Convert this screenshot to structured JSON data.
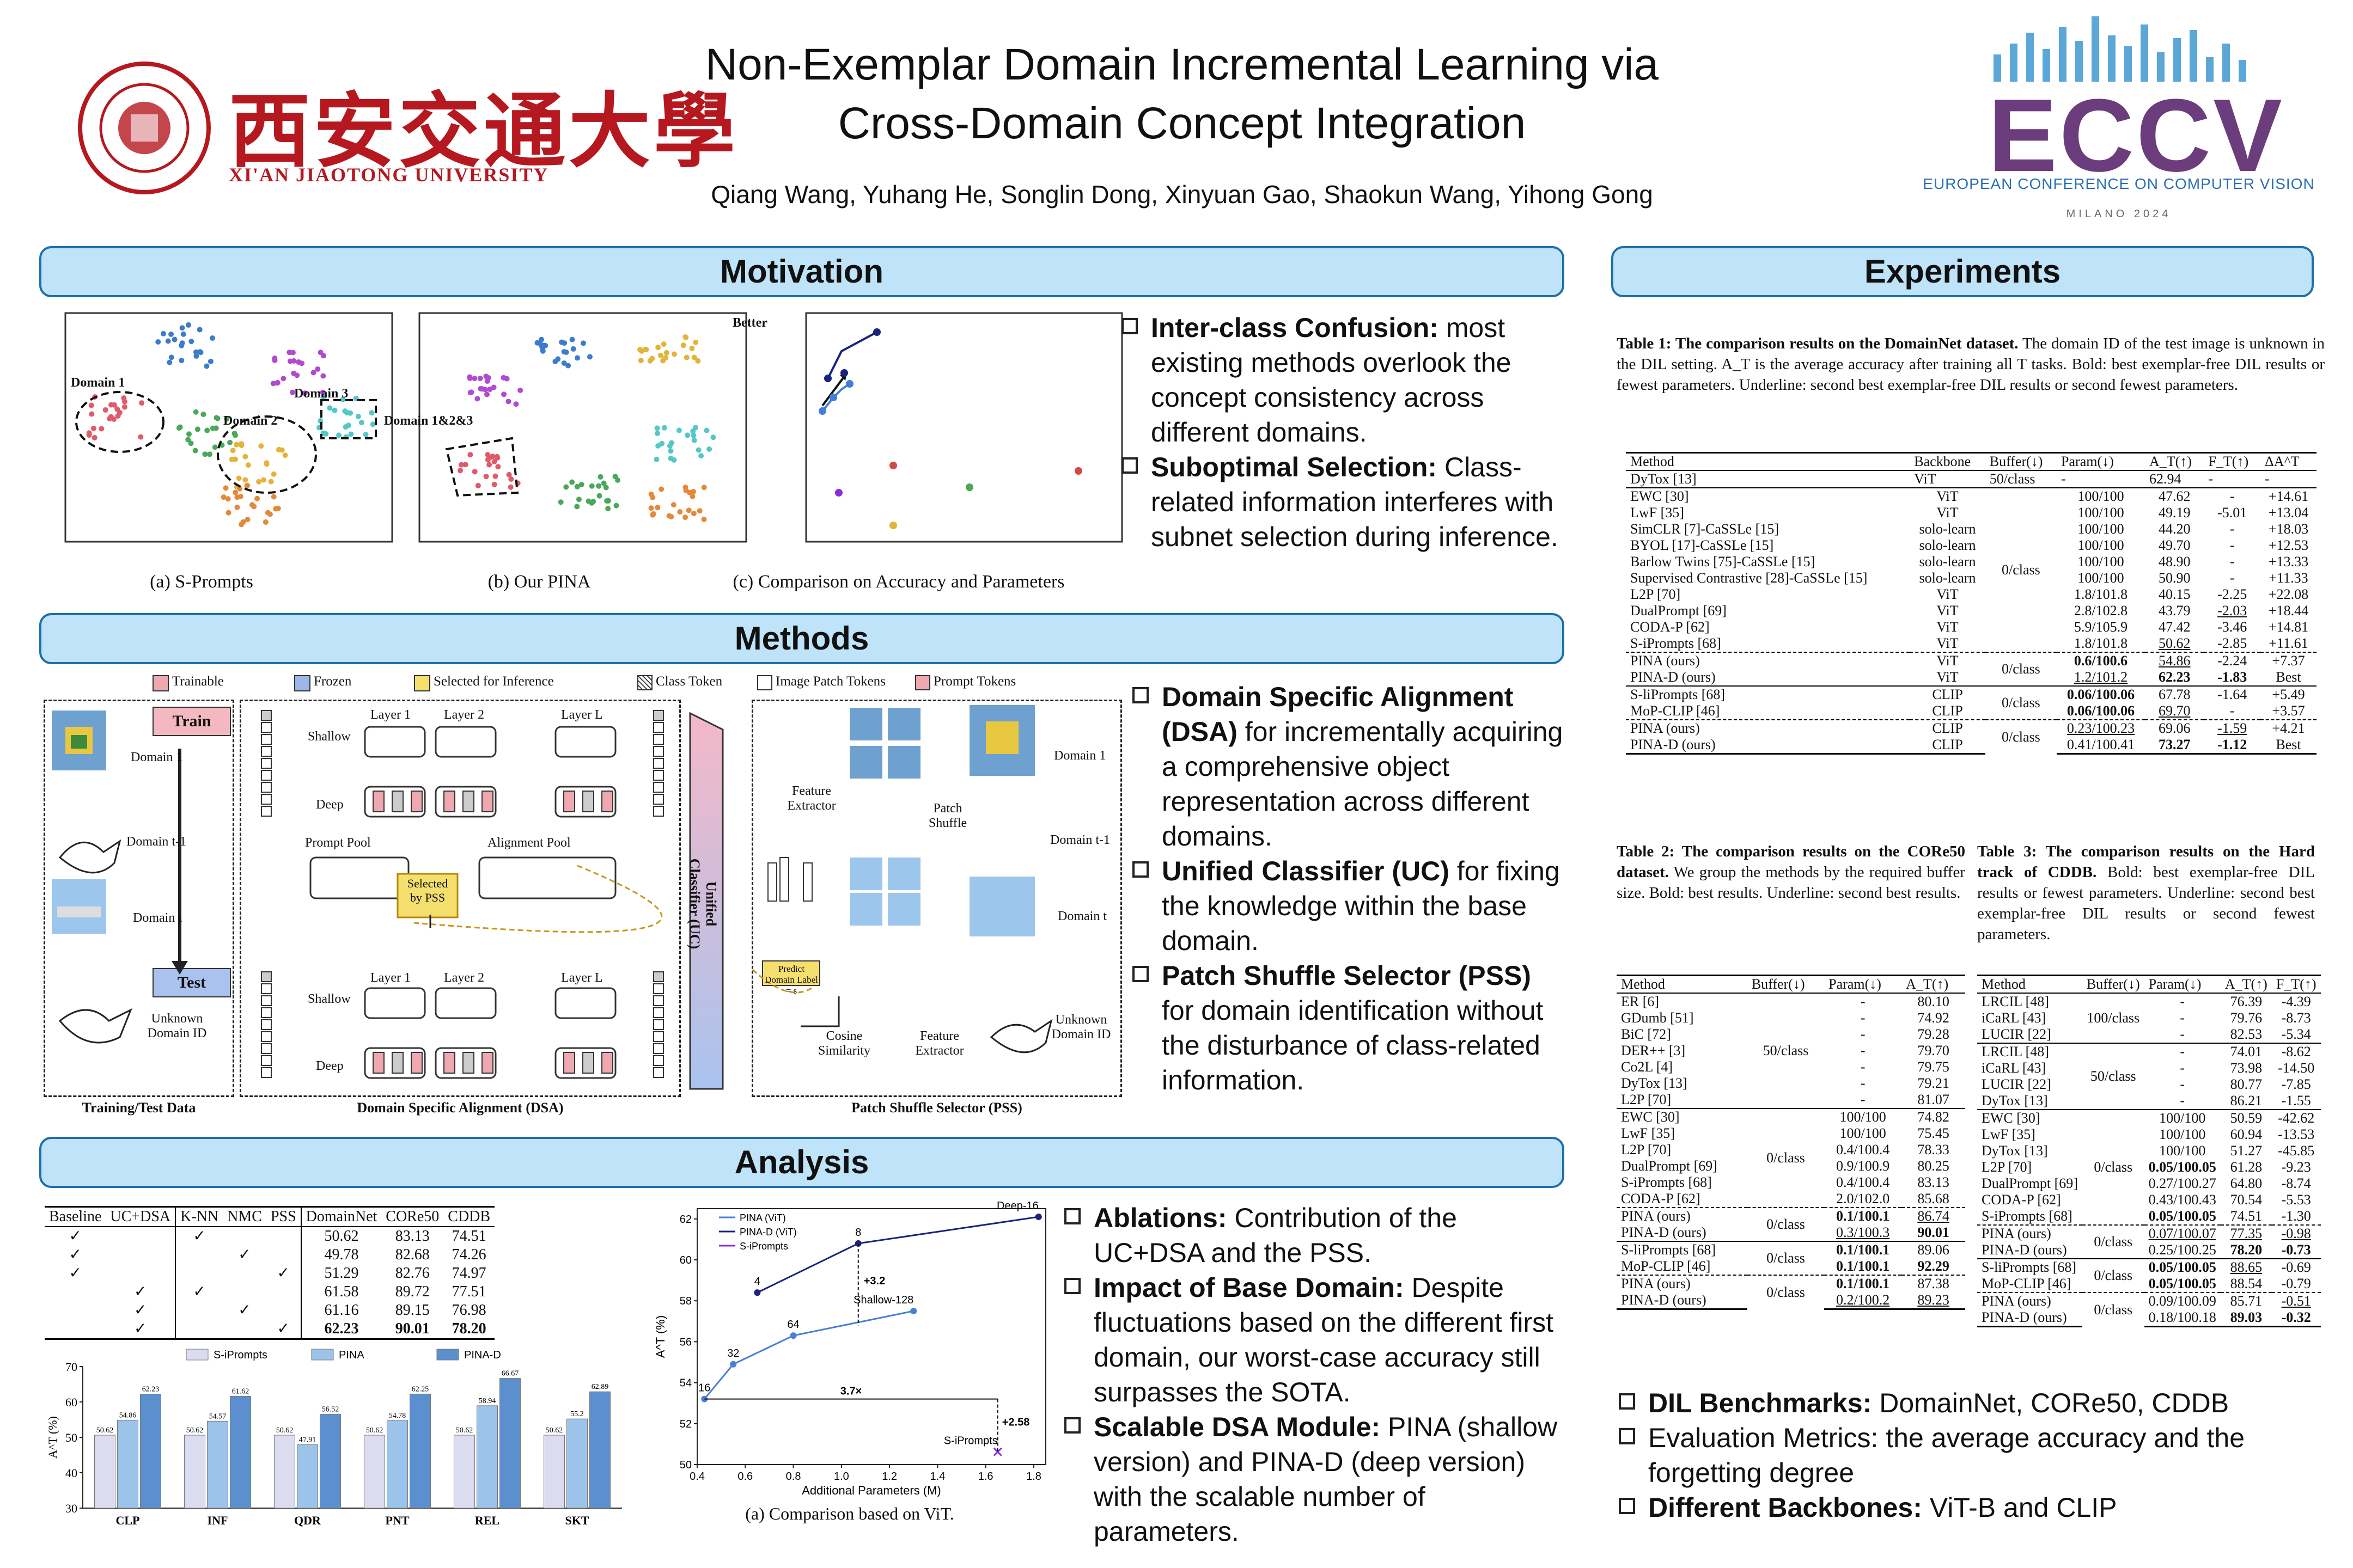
{
  "header": {
    "title_line1": "Non-Exemplar Domain Incremental Learning via",
    "title_line2": "Cross-Domain Concept Integration",
    "authors": "Qiang Wang, Yuhang He, Songlin Dong, Xinyuan Gao, Shaokun Wang, Yihong Gong",
    "university_cn": "西安交通大學",
    "university_en": "XI'AN JIAOTONG UNIVERSITY",
    "conference_logo": "ECCV",
    "conference_name": "EUROPEAN CONFERENCE ON COMPUTER VISION",
    "conference_city": "MILANO 2024"
  },
  "sections": {
    "motivation": "Motivation",
    "methods": "Methods",
    "analysis": "Analysis",
    "experiments": "Experiments"
  },
  "motivation": {
    "caption_a": "(a) S-Prompts",
    "caption_b": "(b) Our PINA",
    "caption_c": "(c) Comparison on Accuracy and Parameters",
    "domain1": "Domain 1",
    "domain2": "Domain 2",
    "domain3": "Domain 3",
    "domain123": "Domain 1&2&3",
    "better": "Better",
    "bullets": [
      {
        "head": "Inter-class Confusion:",
        "text": " most existing methods overlook the concept consistency across different domains."
      },
      {
        "head": "Suboptimal Selection:",
        "text": " Class-related information interferes with subnet selection during inference."
      }
    ]
  },
  "methods": {
    "legend": [
      "Trainable",
      "Frozen",
      "Selected for Inference",
      "Class Token",
      "Image Patch Tokens",
      "Prompt Tokens"
    ],
    "train": "Train",
    "test": "Test",
    "domain_1": "Domain 1",
    "domain_t1": "Domain t-1",
    "domain_t": "Domain t",
    "unknown": "Unknown Domain ID",
    "shallow": "Shallow",
    "deep": "Deep",
    "layer1": "Layer 1",
    "layer2": "Layer 2",
    "layerL": "Layer L",
    "prompt_pool": "Prompt Pool",
    "alignment_pool": "Alignment Pool",
    "selected_by_pss": "Selected by PSS",
    "unified_classifier": "Unified Classifier (UC)",
    "feature_extractor": "Feature Extractor",
    "patch_shuffle": "Patch Shuffle",
    "predict_domain": "Predict Domain Label = s",
    "cosine_similarity": "Cosine Similarity",
    "cap_data": "Training/Test Data",
    "cap_dsa": "Domain Specific Alignment (DSA)",
    "cap_pss": "Patch Shuffle Selector (PSS)",
    "bullets": [
      {
        "head": "Domain Specific Alignment (DSA)",
        "text": " for incrementally acquiring a comprehensive object representation across different domains."
      },
      {
        "head": "Unified Classifier (UC)",
        "text": " for fixing the knowledge within the base domain."
      },
      {
        "head": "Patch Shuffle Selector (PSS)",
        "text": " for domain identification without the disturbance of class-related information."
      }
    ]
  },
  "analysis": {
    "ablation_headers": [
      "Baseline",
      "UC+DSA",
      "K-NN",
      "NMC",
      "PSS",
      "DomainNet",
      "CORe50",
      "CDDB"
    ],
    "ablation_rows": [
      {
        "marks": [
          "✓",
          "",
          "✓",
          "",
          ""
        ],
        "vals": [
          "50.62",
          "83.13",
          "74.51"
        ],
        "bold": false
      },
      {
        "marks": [
          "✓",
          "",
          "",
          "✓",
          ""
        ],
        "vals": [
          "49.78",
          "82.68",
          "74.26"
        ],
        "bold": false
      },
      {
        "marks": [
          "✓",
          "",
          "",
          "",
          "✓"
        ],
        "vals": [
          "51.29",
          "82.76",
          "74.97"
        ],
        "bold": false
      },
      {
        "marks": [
          "",
          "✓",
          "✓",
          "",
          ""
        ],
        "vals": [
          "61.58",
          "89.72",
          "77.51"
        ],
        "bold": false
      },
      {
        "marks": [
          "",
          "✓",
          "",
          "✓",
          ""
        ],
        "vals": [
          "61.16",
          "89.15",
          "76.98"
        ],
        "bold": false
      },
      {
        "marks": [
          "",
          "✓",
          "",
          "",
          "✓"
        ],
        "vals": [
          "62.23",
          "90.01",
          "78.20"
        ],
        "bold": true
      }
    ],
    "bar_chart": {
      "type": "bar",
      "categories": [
        "CLP",
        "INF",
        "QDR",
        "PNT",
        "REL",
        "SKT"
      ],
      "series": [
        {
          "name": "S-iPrompts",
          "values": [
            50.62,
            50.62,
            50.62,
            50.62,
            50.62,
            50.62
          ],
          "color": "#dcdcf0"
        },
        {
          "name": "PINA",
          "values": [
            54.86,
            54.57,
            47.91,
            54.78,
            58.94,
            55.2
          ],
          "color": "#9cc3ea"
        },
        {
          "name": "PINA-D",
          "values": [
            62.23,
            61.62,
            56.52,
            62.25,
            66.67,
            62.89
          ],
          "color": "#5b8fce"
        }
      ],
      "ylabel": "A^T (%)",
      "ylim": [
        30,
        70
      ],
      "yticks": [
        30,
        40,
        50,
        60,
        70
      ]
    },
    "line_chart": {
      "type": "line",
      "caption": "(a) Comparison based on ViT.",
      "xlabel": "Additional Parameters (M)",
      "ylabel": "A^T (%)",
      "xlim": [
        0.4,
        1.85
      ],
      "ylim": [
        50,
        62.5
      ],
      "xticks": [
        0.4,
        0.6,
        0.8,
        1.0,
        1.2,
        1.4,
        1.6,
        1.8
      ],
      "yticks": [
        50,
        52,
        54,
        56,
        58,
        60,
        62
      ],
      "series": [
        {
          "name": "PINA (ViT)",
          "color": "#4a7fd8",
          "points": [
            [
              0.43,
              53.2
            ],
            [
              0.55,
              54.9
            ],
            [
              0.8,
              56.3
            ],
            [
              1.3,
              57.5
            ]
          ],
          "labels": [
            "16",
            "32",
            "64",
            "Shallow-128"
          ]
        },
        {
          "name": "PINA-D (ViT)",
          "color": "#1a237e",
          "points": [
            [
              0.65,
              58.4
            ],
            [
              1.07,
              60.8
            ],
            [
              1.82,
              62.1
            ]
          ],
          "labels": [
            "4",
            "8",
            "Deep-16"
          ]
        },
        {
          "name": "S-iPrompts",
          "color": "#8a2be2",
          "points": [
            [
              1.65,
              50.62
            ]
          ],
          "labels": [
            "S-iPrompts"
          ]
        }
      ],
      "annotations": [
        "+3.2",
        "3.7×",
        "+2.58"
      ]
    },
    "bullets": [
      {
        "head": "Ablations:",
        "text": " Contribution of the UC+DSA and the PSS."
      },
      {
        "head": "Impact of Base Domain:",
        "text": "  Despite fluctuations based on the different first domain, our worst-case accuracy still surpasses the SOTA."
      },
      {
        "head": "Scalable DSA Module:",
        "text": " PINA (shallow version) and PINA-D (deep version) with the scalable number of parameters."
      }
    ]
  },
  "experiments": {
    "t1_caption_bold": "Table 1: The comparison results on the DomainNet dataset.",
    "t1_caption": " The domain ID of the test image is unknown in the DIL setting. A_T is the average accuracy after training all T tasks. Bold: best exemplar-free DIL results or fewest parameters. Underline: second best exemplar-free DIL results or second fewest parameters.",
    "t1_headers": [
      "Method",
      "Backbone",
      "Buffer(↓)",
      "Param(↓)",
      "A_T(↑)",
      "F_T(↑)",
      "ΔA^T"
    ],
    "t1_dytox": [
      "DyTox [13]",
      "ViT",
      "50/class",
      "-",
      "62.94",
      "-",
      "-"
    ],
    "t1_rows": [
      [
        "EWC [30]",
        "ViT",
        "100/100",
        "47.62",
        "-",
        "+14.61"
      ],
      [
        "LwF [35]",
        "ViT",
        "100/100",
        "49.19",
        "-5.01",
        "+13.04"
      ],
      [
        "SimCLR [7]-CaSSLe [15]",
        "solo-learn",
        "100/100",
        "44.20",
        "-",
        "+18.03"
      ],
      [
        "BYOL [17]-CaSSLe [15]",
        "solo-learn",
        "100/100",
        "49.70",
        "-",
        "+12.53"
      ],
      [
        "Barlow Twins [75]-CaSSLe [15]",
        "solo-learn",
        "100/100",
        "48.90",
        "-",
        "+13.33"
      ],
      [
        "Supervised Contrastive [28]-CaSSLe [15]",
        "solo-learn",
        "100/100",
        "50.90",
        "-",
        "+11.33"
      ],
      [
        "L2P [70]",
        "ViT",
        "1.8/101.8",
        "40.15",
        "-2.25",
        "+22.08"
      ],
      [
        "DualPrompt [69]",
        "ViT",
        "2.8/102.8",
        "43.79",
        "-2.03",
        "+18.44"
      ],
      [
        "CODA-P [62]",
        "ViT",
        "5.9/105.9",
        "47.42",
        "-3.46",
        "+14.81"
      ],
      [
        "S-iPrompts [68]",
        "ViT",
        "1.8/101.8",
        "50.62",
        "-2.85",
        "+11.61"
      ]
    ],
    "t1_buffer_mid": "0/class",
    "t1_ours": [
      [
        "PINA (ours)",
        "ViT",
        "0.6/100.6",
        "54.86",
        "-2.24",
        "+7.37"
      ],
      [
        "PINA-D (ours)",
        "ViT",
        "1.2/101.2",
        "62.23",
        "-1.83",
        "Best"
      ]
    ],
    "t1_clip": [
      [
        "S-liPrompts [68]",
        "CLIP",
        "0.06/100.06",
        "67.78",
        "-1.64",
        "+5.49"
      ],
      [
        "MoP-CLIP [46]",
        "CLIP",
        "0.06/100.06",
        "69.70",
        "-",
        "+3.57"
      ]
    ],
    "t1_clip_ours": [
      [
        "PINA (ours)",
        "CLIP",
        "0.23/100.23",
        "69.06",
        "-1.59",
        "+4.21"
      ],
      [
        "PINA-D (ours)",
        "CLIP",
        "0.41/100.41",
        "73.27",
        "-1.12",
        "Best"
      ]
    ],
    "t2_caption_bold": "Table 2: The comparison results on the CORe50 dataset.",
    "t2_caption": " We group the methods by the required buffer size. Bold: best results. Underline: second best results.",
    "t2_headers": [
      "Method",
      "Buffer(↓)",
      "Param(↓)",
      "A_T(↑)"
    ],
    "t2_group1": [
      [
        "ER [6]",
        "-",
        "80.10"
      ],
      [
        "GDumb [51]",
        "-",
        "74.92"
      ],
      [
        "BiC [72]",
        "-",
        "79.28"
      ],
      [
        "DER++ [3]",
        "-",
        "79.70"
      ],
      [
        "Co2L [4]",
        "-",
        "79.75"
      ],
      [
        "DyTox [13]",
        "-",
        "79.21"
      ],
      [
        "L2P [70]",
        "-",
        "81.07"
      ]
    ],
    "t2_buf1": "50/class",
    "t2_group2": [
      [
        "EWC [30]",
        "100/100",
        "74.82"
      ],
      [
        "LwF [35]",
        "100/100",
        "75.45"
      ],
      [
        "L2P [70]",
        "0.4/100.4",
        "78.33"
      ],
      [
        "DualPrompt [69]",
        "0.9/100.9",
        "80.25"
      ],
      [
        "S-iPrompts [68]",
        "0.4/100.4",
        "83.13"
      ],
      [
        "CODA-P [62]",
        "2.0/102.0",
        "85.68"
      ]
    ],
    "t2_buf2": "0/class",
    "t2_ours": [
      [
        "PINA (ours)",
        "0.1/100.1",
        "86.74"
      ],
      [
        "PINA-D (ours)",
        "0.3/100.3",
        "90.01"
      ]
    ],
    "t2_clip": [
      [
        "S-liPrompts [68]",
        "0.1/100.1",
        "89.06"
      ],
      [
        "MoP-CLIP [46]",
        "0.1/100.1",
        "92.29"
      ]
    ],
    "t2_clip_ours": [
      [
        "PINA (ours)",
        "0.1/100.1",
        "87.38"
      ],
      [
        "PINA-D (ours)",
        "0.2/100.2",
        "89.23"
      ]
    ],
    "t3_caption_bold": "Table 3: The comparison results on the Hard track of CDDB.",
    "t3_caption": " Bold: best exemplar-free DIL results or fewest parameters. Underline: second best exemplar-free DIL results or second fewest parameters.",
    "t3_headers": [
      "Method",
      "Buffer(↓)",
      "Param(↓)",
      "A_T(↑)",
      "F_T(↑)"
    ],
    "t3_group1": [
      [
        "LRCIL [48]",
        "-",
        "76.39",
        "-4.39"
      ],
      [
        "iCaRL [43]",
        "-",
        "79.76",
        "-8.73"
      ],
      [
        "LUCIR [22]",
        "-",
        "82.53",
        "-5.34"
      ]
    ],
    "t3_buf1": "100/class",
    "t3_group2": [
      [
        "LRCIL [48]",
        "-",
        "74.01",
        "-8.62"
      ],
      [
        "iCaRL [43]",
        "-",
        "73.98",
        "-14.50"
      ],
      [
        "LUCIR [22]",
        "-",
        "80.77",
        "-7.85"
      ],
      [
        "DyTox [13]",
        "-",
        "86.21",
        "-1.55"
      ]
    ],
    "t3_buf2": "50/class",
    "t3_group3": [
      [
        "EWC [30]",
        "100/100",
        "50.59",
        "-42.62"
      ],
      [
        "LwF [35]",
        "100/100",
        "60.94",
        "-13.53"
      ],
      [
        "DyTox [13]",
        "100/100",
        "51.27",
        "-45.85"
      ],
      [
        "L2P [70]",
        "0.05/100.05",
        "61.28",
        "-9.23"
      ],
      [
        "DualPrompt [69]",
        "0.27/100.27",
        "64.80",
        "-8.74"
      ],
      [
        "CODA-P [62]",
        "0.43/100.43",
        "70.54",
        "-5.53"
      ],
      [
        "S-iPrompts [68]",
        "0.05/100.05",
        "74.51",
        "-1.30"
      ]
    ],
    "t3_buf3": "0/class",
    "t3_ours": [
      [
        "PINA (ours)",
        "0.07/100.07",
        "77.35",
        "-0.98"
      ],
      [
        "PINA-D (ours)",
        "0.25/100.25",
        "78.20",
        "-0.73"
      ]
    ],
    "t3_clip": [
      [
        "S-liPrompts [68]",
        "0.05/100.05",
        "88.65",
        "-0.69"
      ],
      [
        "MoP-CLIP [46]",
        "0.05/100.05",
        "88.54",
        "-0.79"
      ]
    ],
    "t3_clip_ours": [
      [
        "PINA (ours)",
        "0.09/100.09",
        "85.71",
        "-0.51"
      ],
      [
        "PINA-D (ours)",
        "0.18/100.18",
        "89.03",
        "-0.32"
      ]
    ],
    "bullets": [
      {
        "head": "DIL Benchmarks:",
        "text": " DomainNet, CORe50, CDDB"
      },
      {
        "head": "",
        "text": "Evaluation Metrics: the average accuracy and the forgetting degree"
      },
      {
        "head": "Different Backbones:",
        "text": " ViT-B and CLIP"
      }
    ]
  }
}
